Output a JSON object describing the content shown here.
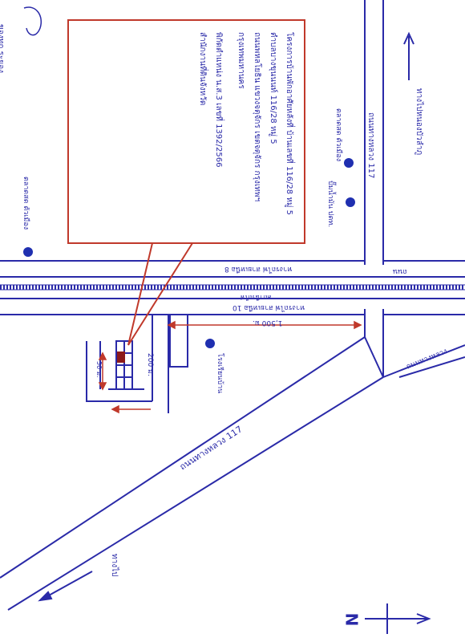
{
  "colors": {
    "ink": "#2a2aa8",
    "callout": "#c0392b",
    "paper": "#ffffff",
    "dot": "#1f2fb0",
    "plot": "#8b1a1a"
  },
  "labels": {
    "top_left_note": "ของทุก ระยอง",
    "callout_line1": "โครงการบ้านพักอาศัยหลังที่ บ้านเลขที่ 116/28 หมู่ 5",
    "callout_line2": "ตำบลบางขุนนนท์ 116/28 หมู่ 5",
    "callout_line3": "ถนนพหลโยธิน แขวงจตุจักร เขตจตุจักร กรุงเทพฯ",
    "callout_line4": "กรุงเทพมหานคร",
    "callout_line5": "พิกัดตำแหน่ง น.ส.3 เลขที่ 1392/2566",
    "callout_line6": "สำนักงานที่ดินจังหวัด",
    "north_road": "ทางไปหนองบัวลำภู",
    "road_117_top": "ถนนทางหลวง 117",
    "road_117_bottom": "ถนนทางหลวง 117",
    "right_place": "ตลาดสด ตัวเมือง",
    "right_place2": "ปั๊มน้ำมัน ปตท.",
    "left_place": "ตลาดสด ตัวเมือง",
    "rail_top": "ทางรถไฟ สายเหนือ 8",
    "rail_mid": "สถานีรถไฟ",
    "rail_bottom": "ทางรถไฟ สายเหนือ 10",
    "right_rail": "ถนน",
    "lower_right_road": "ถนนทางหลวง",
    "dimension_h": "1,500 ม.",
    "dimension_v": "200 ม.",
    "dimension_small": "50 ม.",
    "school": "โรงเรียนบ้าน",
    "bottom_left": "ทางไป",
    "north": "N"
  }
}
